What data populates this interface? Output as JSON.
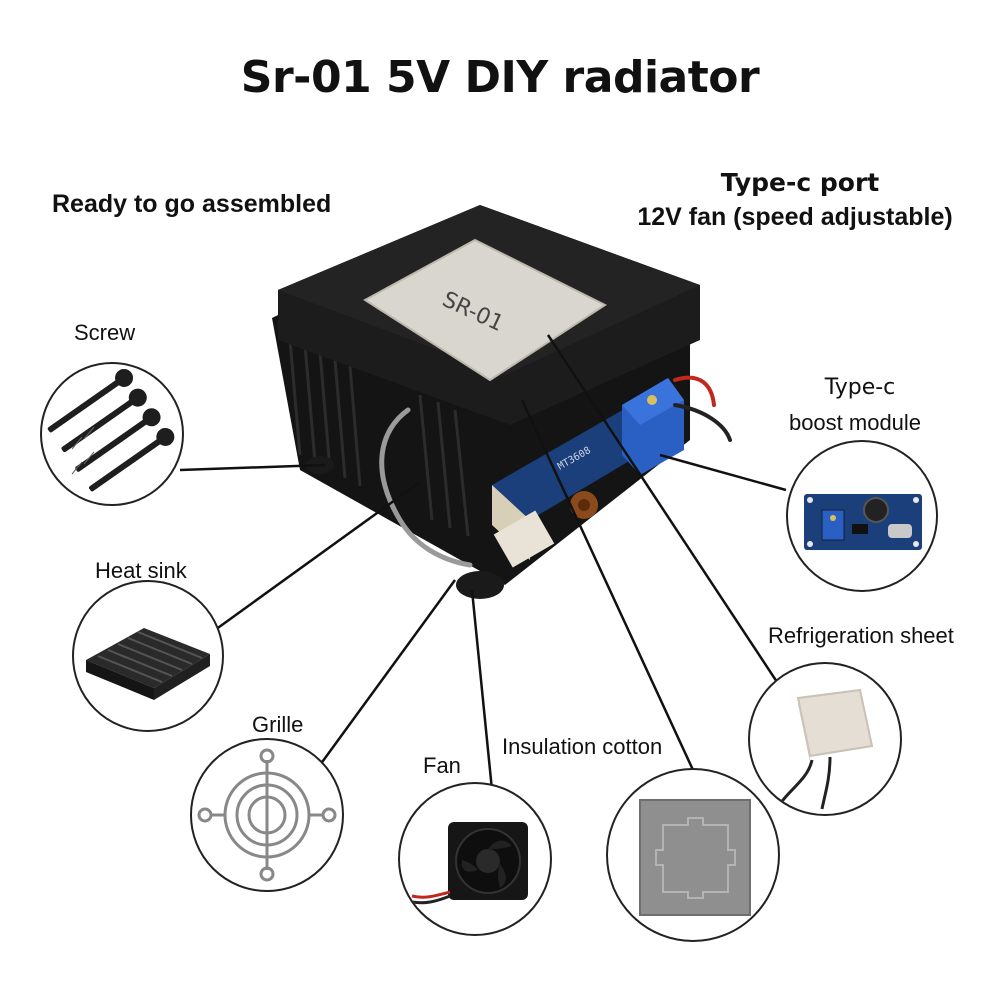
{
  "title": "Sr-01 5V DIY radiator",
  "subtitle_left": "Ready to go assembled",
  "subtitle_right": {
    "line1": "Type-c port",
    "line2": "12V fan (speed adjustable)"
  },
  "product_plate_text": "SR-01",
  "module_text": "MT3608",
  "components": {
    "screw": "Screw",
    "heat_sink": "Heat sink",
    "grille": "Grille",
    "fan": "Fan",
    "insulation_cotton": "Insulation cotton",
    "refrigeration_sheet": "Refrigeration sheet",
    "boost_module": {
      "line1": "Type-c",
      "line2": "boost module"
    }
  },
  "colors": {
    "foam": "#1c1c1c",
    "plate": "#d9d6cf",
    "pcb": "#1b3f7a",
    "pot": "#2a5fc4",
    "wire_red": "#c0281e",
    "leader": "#111111"
  }
}
